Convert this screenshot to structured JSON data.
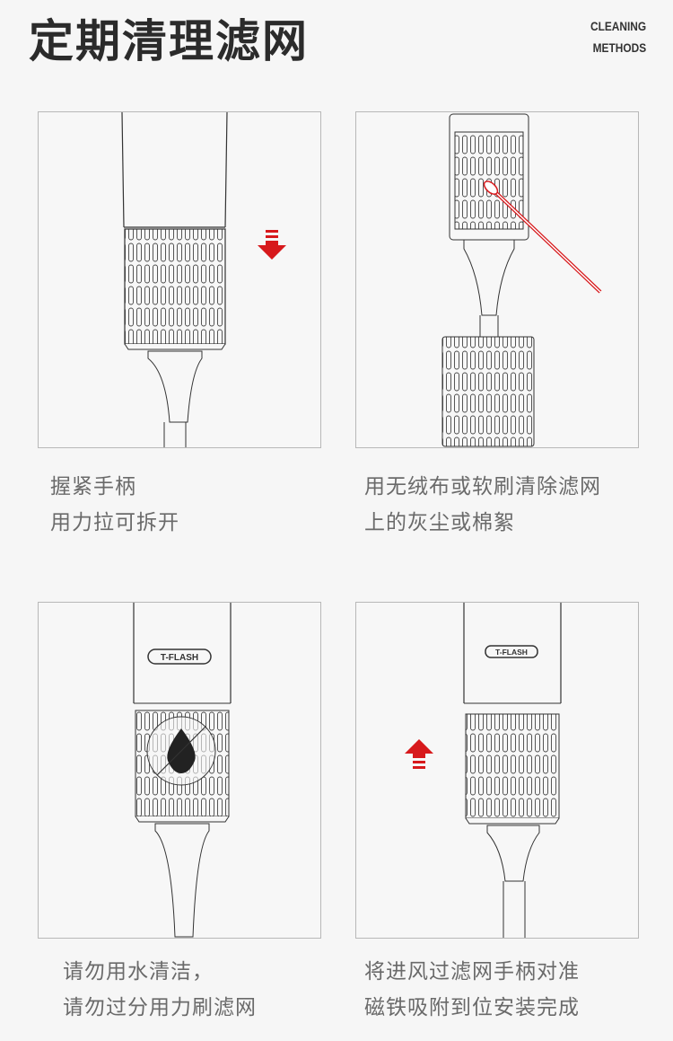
{
  "header": {
    "title": "定期清理滤网",
    "subtitle_line1": "CLEANING",
    "subtitle_line2": "METHODS"
  },
  "steps": [
    {
      "line1": "握紧手柄",
      "line2": "用力拉可拆开"
    },
    {
      "line1": "用无绒布或软刷清除滤网",
      "line2": "上的灰尘或棉絮"
    },
    {
      "line1": "请勿用水清洁，",
      "line2": "请勿过分用力刷滤网"
    },
    {
      "line1": "将进风过滤网手柄对准",
      "line2": "磁铁吸附到位安装完成"
    }
  ],
  "brand_label": "T-FLASH",
  "colors": {
    "accent": "#d7191c",
    "line": "#333333",
    "background": "#f6f6f6"
  }
}
